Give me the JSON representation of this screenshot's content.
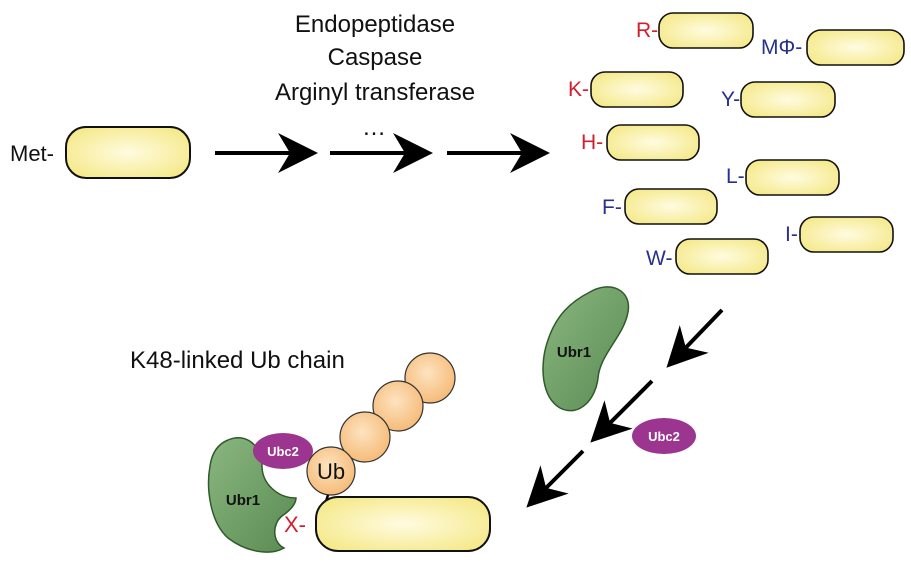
{
  "colors": {
    "protein_fill": "#f7ef9a",
    "protein_stroke": "#111111",
    "basic_residue": "#d21f2b",
    "hydrophobic_residue": "#27318a",
    "ubr1": "#6b9b63",
    "ubc2": "#9b3590",
    "ubiquitin": "#f7c489",
    "arrow": "#000000"
  },
  "start": {
    "label": "Met-"
  },
  "enzymes": {
    "line1": "Endopeptidase",
    "line2": "Caspase",
    "line3": "Arginyl transferase",
    "ellipsis": "…"
  },
  "residues": {
    "R": "R-",
    "K": "K-",
    "H": "H-",
    "F": "F-",
    "W": "W-",
    "MF": "MΦ-",
    "Y": "Y-",
    "L": "L-",
    "I": "I-"
  },
  "ubr1_free": "Ubr1",
  "ubc2_free": "Ubc2",
  "chain_label": "K48-linked Ub chain",
  "complex": {
    "ubr1": "Ubr1",
    "ubc2": "Ubc2",
    "ub": "Ub",
    "x_label": "X-"
  }
}
